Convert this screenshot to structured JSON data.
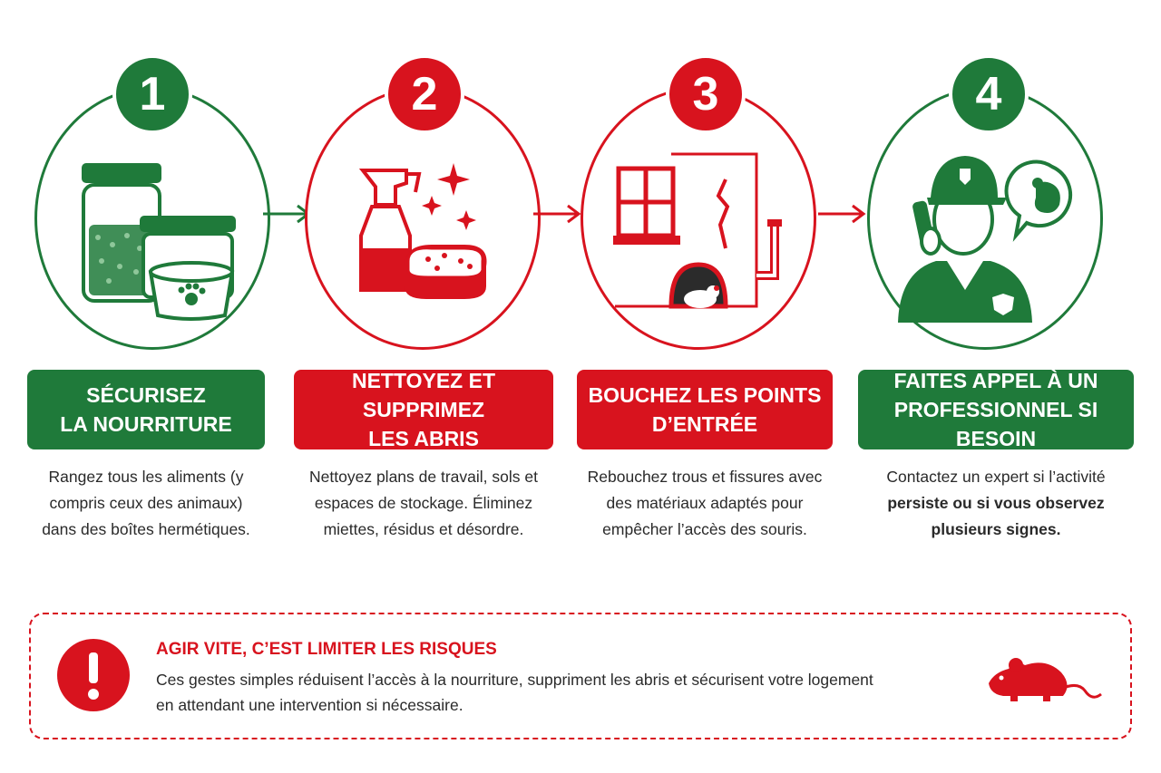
{
  "steps": [
    {
      "number": "1",
      "title_line1": "SÉCURISEZ",
      "title_line2": "LA NOURRITURE",
      "desc_line1": "Rangez tous les aliments (y",
      "desc_line2": "compris ceux des animaux)",
      "desc_line3": "dans des boîtes hermétiques.",
      "color": "#1f7a3a",
      "icon": "food-container-icon"
    },
    {
      "number": "2",
      "title_line1": "NETTOYEZ ET SUPPRIMEZ",
      "title_line2": "LES ABRIS",
      "desc_line1": "Nettoyez plans de travail, sols et",
      "desc_line2": "espaces de stockage. Éliminez",
      "desc_line3": "miettes, résidus et désordre.",
      "color": "#d8131e",
      "icon": "cleaning-spray-icon"
    },
    {
      "number": "3",
      "title_line1": "BOUCHEZ LES POINTS",
      "title_line2": "D’ENTRÉE",
      "desc_line1": "Rebouchez trous et fissures avec",
      "desc_line2": "des matériaux adaptés pour",
      "desc_line3": "empêcher l’accès des souris.",
      "color": "#d8131e",
      "icon": "wall-hole-icon"
    },
    {
      "number": "4",
      "title_line1": "FAITES APPEL À UN",
      "title_line2": "PROFESSIONNEL SI BESOIN",
      "desc_line1": "Contactez un expert si l’activité",
      "desc_line2": "persiste ou si vous observez",
      "desc_line3": "plusieurs signes.",
      "color": "#1f7a3a",
      "icon": "pest-control-professional-icon"
    }
  ],
  "callout": {
    "title": "AGIR VITE, C’EST LIMITER LES RISQUES",
    "line1": "Ces gestes simples réduisent l’accès à la nourriture, suppriment les abris et sécurisent votre logement",
    "line2": "en attendant une intervention si nécessaire.",
    "icon": "exclamation-icon",
    "mouse_icon": "mouse-icon"
  },
  "colors": {
    "green": "#1f7a3a",
    "red": "#d8131e"
  }
}
